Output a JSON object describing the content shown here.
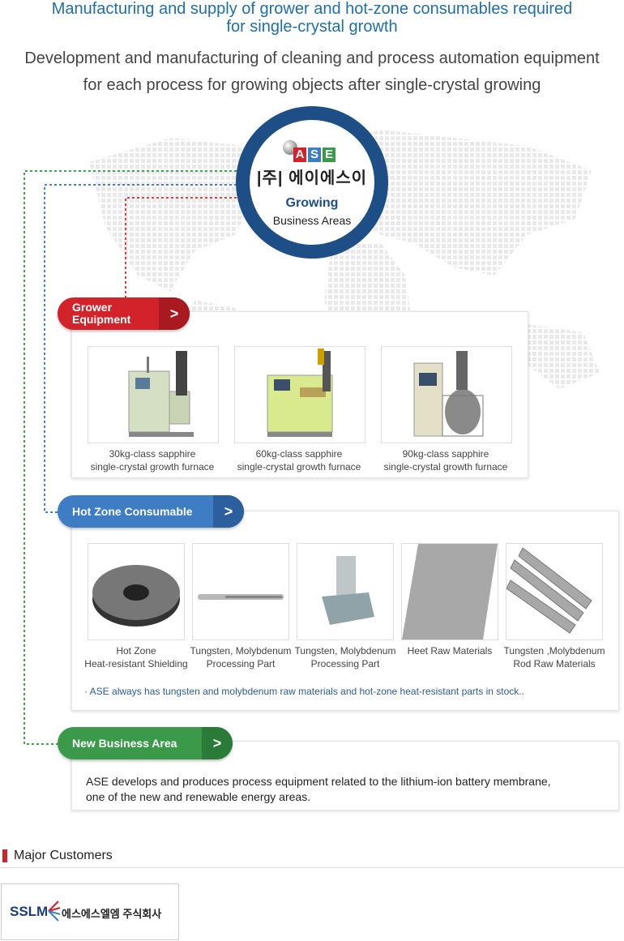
{
  "headline": {
    "line1": "Manufacturing and supply of grower and hot-zone consumables required",
    "line1b": "for single-crystal growth",
    "line2": "Development and manufacturing of cleaning and process automation equipment",
    "line2b": "for each process for growing objects after single-crystal growing"
  },
  "hub": {
    "logo_letters": [
      "A",
      "S",
      "E"
    ],
    "korean_name": "|주| 에이에스이",
    "title": "Growing",
    "subtitle": "Business Areas"
  },
  "sections": {
    "grower": {
      "title_line1": "Grower",
      "title_line2": "Equipment",
      "color": "#d2232a",
      "items": [
        {
          "line1": "30kg-class sapphire",
          "line2": "single-crystal growth furnace"
        },
        {
          "line1": "60kg-class sapphire",
          "line2": "single-crystal growth furnace"
        },
        {
          "line1": "90kg-class sapphire",
          "line2": "single-crystal growth furnace"
        }
      ]
    },
    "hotzone": {
      "title": "Hot Zone Consumable",
      "color": "#3e7cc3",
      "items": [
        {
          "line1": "Hot Zone",
          "line2": "Heat-resistant Shielding"
        },
        {
          "line1": "Tungsten, Molybdenum",
          "line2": "Processing Part"
        },
        {
          "line1": "Tungsten, Molybdenum",
          "line2": "Processing Part"
        },
        {
          "line1": "Heet Raw Materials",
          "line2": ""
        },
        {
          "line1": "Tungsten ,Molybdenum",
          "line2": "Rod Raw Materials"
        }
      ],
      "note": "· ASE always has tungsten and molybdenum raw materials and hot-zone heat-resistant parts in stock.."
    },
    "newbiz": {
      "title": "New Business Area",
      "color": "#3a9a4a",
      "text_line1": "ASE develops and produces process equipment related to the lithium-ion battery membrane,",
      "text_line2": "one of the new and renewable energy areas."
    }
  },
  "customers": {
    "title": "Major Customers",
    "logo_latin": "SSLM",
    "logo_korean": "에스에스엘엠 주식회사"
  },
  "arrow_glyph": ">"
}
